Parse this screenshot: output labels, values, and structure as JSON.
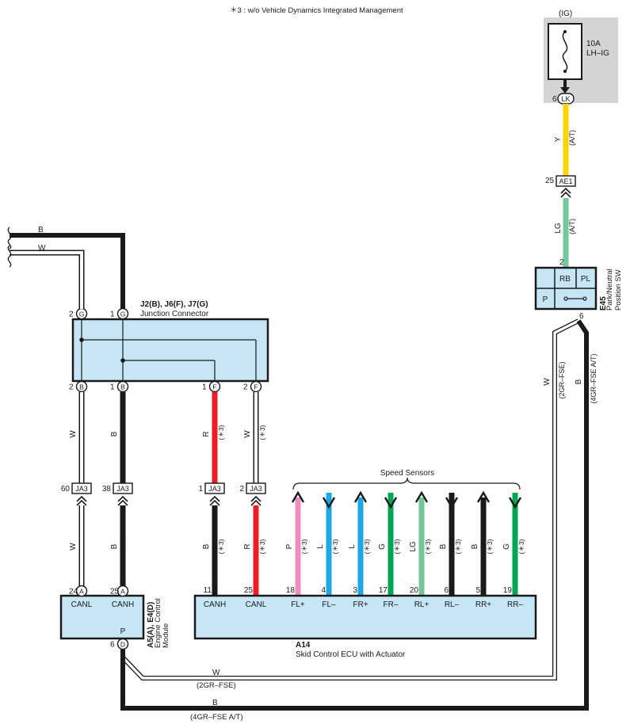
{
  "note": "＊3 : w/o Vehicle Dynamics Integrated Management",
  "colors": {
    "box_fill": "#c6e6f6",
    "fuse_bg": "#d4d4d4",
    "wire_black": "#1a1a1a",
    "wire_white": "#ffffff",
    "wire_red": "#ee1c25",
    "wire_yellow": "#ffd400",
    "wire_lightgreen": "#74c69b",
    "wire_pink": "#f28cbf",
    "wire_blue": "#1ea7e1",
    "wire_green": "#00a651"
  },
  "fuse": {
    "source": "(IG)",
    "rating": "10A",
    "name": "LH–IG",
    "pin": "6",
    "conn": "LK"
  },
  "ae1": {
    "pin": "25",
    "code": "AE1"
  },
  "pnp": {
    "id": "E45",
    "name_line1": "Park/Neutral",
    "name_line2": "Position SW",
    "pin_top": "2",
    "pin_bottom": "6",
    "cell_rb": "RB",
    "cell_pl": "PL",
    "cell_p": "P",
    "wire_y": "Y",
    "wire_y_sub": "(A/T)",
    "wire_lg": "LG",
    "wire_lg_sub": "(A/T)",
    "wire_w": "W",
    "wire_w_sub": "(2GR–FSE)",
    "wire_b": "B",
    "wire_b_sub": "(4GR–FSE A/T)"
  },
  "junction": {
    "id": "J2(B), J6(F), J7(G)",
    "name": "Junction Connector",
    "top_pins": [
      {
        "num": "2",
        "letter": "G"
      },
      {
        "num": "1",
        "letter": "G"
      }
    ],
    "bottom_pins": [
      {
        "num": "2",
        "letter": "B"
      },
      {
        "num": "1",
        "letter": "B"
      },
      {
        "num": "1",
        "letter": "F"
      },
      {
        "num": "2",
        "letter": "F"
      }
    ]
  },
  "left_wires": {
    "b": "B",
    "w": "W"
  },
  "mid_wires": [
    {
      "color": "W",
      "mark": ""
    },
    {
      "color": "B",
      "mark": ""
    },
    {
      "color": "R",
      "mark": "(＊3)"
    },
    {
      "color": "W",
      "mark": "(＊3)"
    }
  ],
  "ja3": [
    {
      "pin": "60",
      "code": "JA3"
    },
    {
      "pin": "38",
      "code": "JA3"
    },
    {
      "pin": "1",
      "code": "JA3"
    },
    {
      "pin": "2",
      "code": "JA3"
    }
  ],
  "low_wires": [
    {
      "color": "W",
      "mark": ""
    },
    {
      "color": "B",
      "mark": ""
    },
    {
      "color": "B",
      "mark": "(＊3)"
    },
    {
      "color": "R",
      "mark": "(＊3)"
    }
  ],
  "speed_sensors_label": "Speed Sensors",
  "sensor_wires": [
    {
      "color": "P",
      "mark": "(＊3)"
    },
    {
      "color": "L",
      "mark": "(＊3)"
    },
    {
      "color": "L",
      "mark": "(＊3)"
    },
    {
      "color": "G",
      "mark": "(＊3)"
    },
    {
      "color": "LG",
      "mark": "(＊3)"
    },
    {
      "color": "B",
      "mark": "(＊3)"
    },
    {
      "color": "B",
      "mark": "(＊3)"
    },
    {
      "color": "G",
      "mark": "(＊3)"
    }
  ],
  "ecm": {
    "id": "A5(A), E4(D)",
    "name_line1": "Engine Control",
    "name_line2": "Module",
    "pins_top": [
      {
        "num": "24",
        "letter": "A",
        "label": "CANL"
      },
      {
        "num": "25",
        "letter": "A",
        "label": "CANH"
      }
    ],
    "pin_bottom_num": "6",
    "pin_bottom_letter": "D",
    "pin_bottom_label": "P"
  },
  "skid": {
    "id": "A14",
    "name": "Skid Control ECU with Actuator",
    "pins": [
      {
        "num": "11",
        "label": "CANH"
      },
      {
        "num": "25",
        "label": "CANL"
      },
      {
        "num": "18",
        "label": "FL+"
      },
      {
        "num": "4",
        "label": "FL–"
      },
      {
        "num": "3",
        "label": "FR+"
      },
      {
        "num": "17",
        "label": "FR–"
      },
      {
        "num": "20",
        "label": "RL+"
      },
      {
        "num": "6",
        "label": "RL–"
      },
      {
        "num": "5",
        "label": "RR+"
      },
      {
        "num": "19",
        "label": "RR–"
      }
    ]
  },
  "bottom_wires": {
    "w": "W",
    "w_sub": "(2GR–FSE)",
    "b": "B",
    "b_sub": "(4GR–FSE A/T)"
  }
}
